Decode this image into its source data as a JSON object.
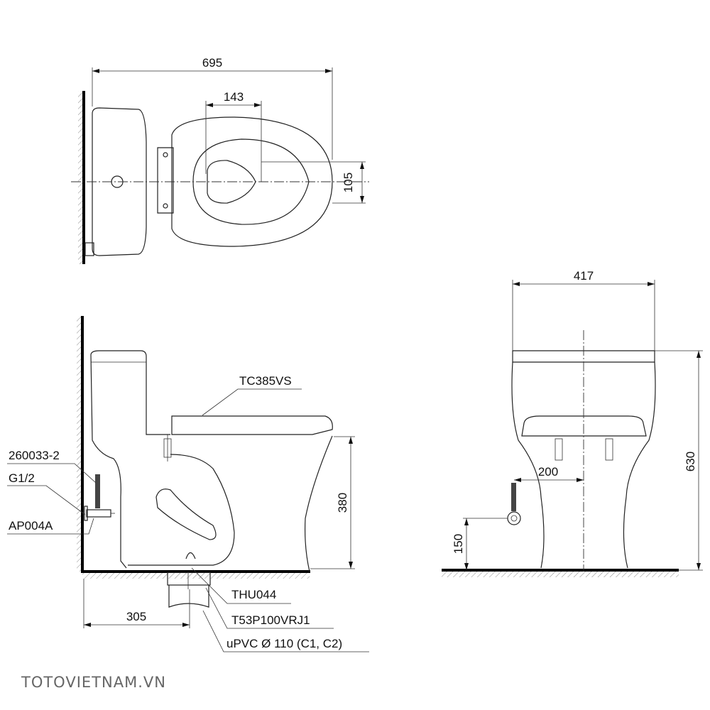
{
  "dimensions": {
    "top_width": "695",
    "top_outlet_offset": "143",
    "top_seat_offset": "105",
    "front_width": "417",
    "front_height": "630",
    "front_inlet_offset": "200",
    "front_inlet_height": "150",
    "side_seat_height": "380",
    "side_rough_in": "305"
  },
  "parts": {
    "seat": "TC385VS",
    "hose": "260033-2",
    "thread": "G1/2",
    "valve": "AP004A",
    "flange": "THU044",
    "outlet": "T53P100VRJ1",
    "pipe": "uPVC Ø 110 (C1, C2)"
  },
  "watermark": "TOTOVIETNAM.VN"
}
